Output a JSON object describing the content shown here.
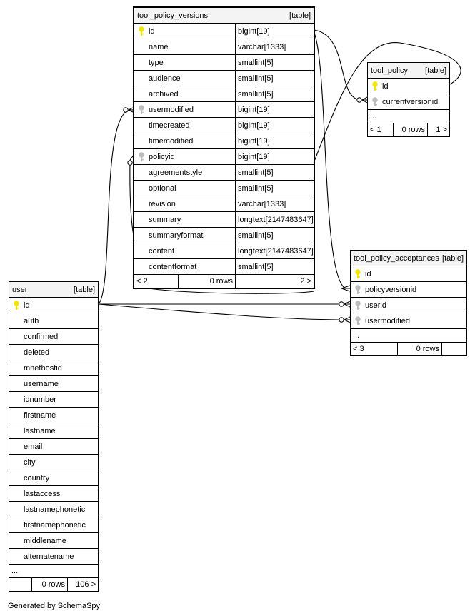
{
  "tables": {
    "tpv": {
      "name": "tool_policy_versions",
      "tag": "[table]",
      "columns": [
        {
          "name": "id",
          "type": "bigint[19]",
          "key": "primary"
        },
        {
          "name": "name",
          "type": "varchar[1333]",
          "key": "none"
        },
        {
          "name": "type",
          "type": "smallint[5]",
          "key": "none"
        },
        {
          "name": "audience",
          "type": "smallint[5]",
          "key": "none"
        },
        {
          "name": "archived",
          "type": "smallint[5]",
          "key": "none"
        },
        {
          "name": "usermodified",
          "type": "bigint[19]",
          "key": "foreign"
        },
        {
          "name": "timecreated",
          "type": "bigint[19]",
          "key": "none"
        },
        {
          "name": "timemodified",
          "type": "bigint[19]",
          "key": "none"
        },
        {
          "name": "policyid",
          "type": "bigint[19]",
          "key": "foreign"
        },
        {
          "name": "agreementstyle",
          "type": "smallint[5]",
          "key": "none"
        },
        {
          "name": "optional",
          "type": "smallint[5]",
          "key": "none"
        },
        {
          "name": "revision",
          "type": "varchar[1333]",
          "key": "none"
        },
        {
          "name": "summary",
          "type": "longtext[2147483647]",
          "key": "none"
        },
        {
          "name": "summaryformat",
          "type": "smallint[5]",
          "key": "none"
        },
        {
          "name": "content",
          "type": "longtext[2147483647]",
          "key": "none"
        },
        {
          "name": "contentformat",
          "type": "smallint[5]",
          "key": "none"
        }
      ],
      "footer": {
        "left": "< 2",
        "mid": "0 rows",
        "right": "2 >"
      }
    },
    "tp": {
      "name": "tool_policy",
      "tag": "[table]",
      "columns": [
        {
          "name": "id",
          "key": "primary"
        },
        {
          "name": "currentversionid",
          "key": "foreign"
        }
      ],
      "ellipsis": "...",
      "footer": {
        "left": "< 1",
        "mid": "0 rows",
        "right": "1 >"
      }
    },
    "tpa": {
      "name": "tool_policy_acceptances",
      "tag": "[table]",
      "columns": [
        {
          "name": "id",
          "key": "primary"
        },
        {
          "name": "policyversionid",
          "key": "foreign"
        },
        {
          "name": "userid",
          "key": "foreign"
        },
        {
          "name": "usermodified",
          "key": "foreign"
        }
      ],
      "ellipsis": "...",
      "footer": {
        "left": "< 3",
        "mid": "0 rows",
        "right": ""
      }
    },
    "user": {
      "name": "user",
      "tag": "[table]",
      "columns": [
        {
          "name": "id",
          "key": "primary"
        },
        {
          "name": "auth",
          "key": "none"
        },
        {
          "name": "confirmed",
          "key": "none"
        },
        {
          "name": "deleted",
          "key": "none"
        },
        {
          "name": "mnethostid",
          "key": "none"
        },
        {
          "name": "username",
          "key": "none"
        },
        {
          "name": "idnumber",
          "key": "none"
        },
        {
          "name": "firstname",
          "key": "none"
        },
        {
          "name": "lastname",
          "key": "none"
        },
        {
          "name": "email",
          "key": "none"
        },
        {
          "name": "city",
          "key": "none"
        },
        {
          "name": "country",
          "key": "none"
        },
        {
          "name": "lastaccess",
          "key": "none"
        },
        {
          "name": "lastnamephonetic",
          "key": "none"
        },
        {
          "name": "firstnamephonetic",
          "key": "none"
        },
        {
          "name": "middlename",
          "key": "none"
        },
        {
          "name": "alternatename",
          "key": "none"
        }
      ],
      "ellipsis": "...",
      "footer": {
        "left": "",
        "mid": "0 rows",
        "right": "106 >"
      }
    }
  },
  "colors": {
    "primary_key": "#f2e600",
    "foreign_key": "#bdbdbd",
    "header_bg": "#f4f4f4"
  },
  "footer_text": "Generated by SchemaSpy"
}
